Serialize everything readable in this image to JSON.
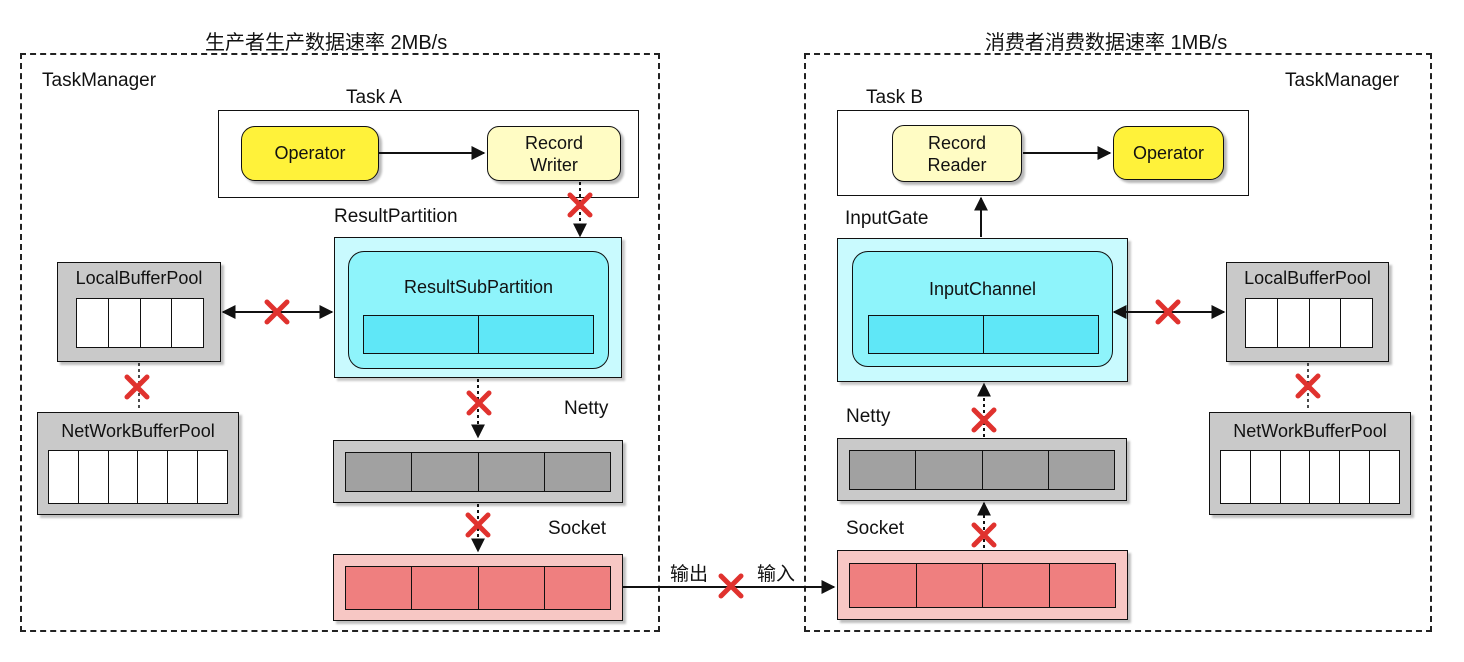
{
  "producer": {
    "rate_title": "生产者生产数据速率 2MB/s",
    "taskmanager": "TaskManager",
    "task": "Task A",
    "operator": "Operator",
    "record_writer": "Record\nWriter",
    "result_partition": "ResultPartition",
    "result_subpartition": "ResultSubPartition",
    "local_buffer_pool": "LocalBufferPool",
    "network_buffer_pool": "NetWorkBufferPool",
    "netty": "Netty",
    "socket": "Socket"
  },
  "consumer": {
    "rate_title": "消费者消费数据速率 1MB/s",
    "taskmanager": "TaskManager",
    "task": "Task B",
    "record_reader": "Record\nReader",
    "operator": "Operator",
    "input_gate": "InputGate",
    "input_channel": "InputChannel",
    "local_buffer_pool": "LocalBufferPool",
    "network_buffer_pool": "NetWorkBufferPool",
    "netty": "Netty",
    "socket": "Socket"
  },
  "link": {
    "output": "输出",
    "input": "输入"
  },
  "icons": {
    "blocked": "cross-icon",
    "blocked_color": "#e0322e"
  },
  "colors": {
    "operator": "#fff23a",
    "record": "#fffcc4",
    "partition": "#c9fafe",
    "partition_cells": "#5fe7f7",
    "pool": "#c9c9c9",
    "netty_cells": "#a1a1a1",
    "socket_bg": "#f7c7c4",
    "socket_cells": "#ef7f7f"
  }
}
